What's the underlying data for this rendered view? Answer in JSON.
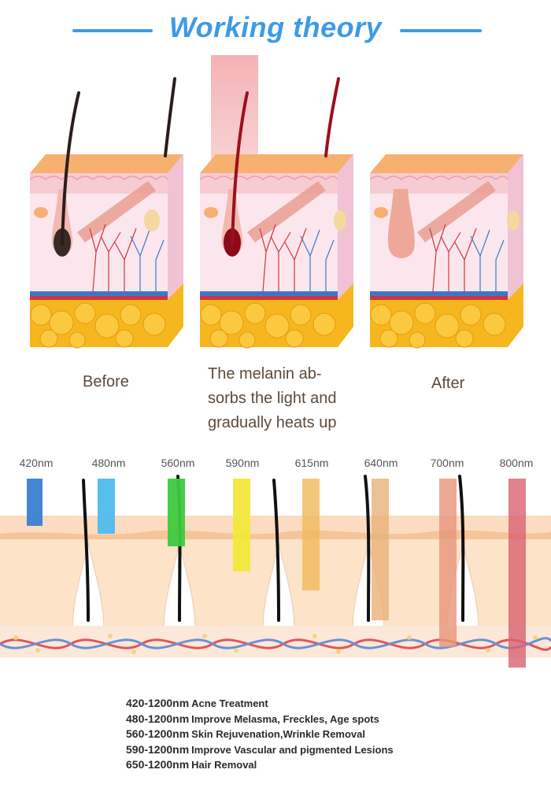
{
  "header": {
    "title": "Working theory"
  },
  "panels": [
    {
      "caption": "Before"
    },
    {
      "caption_lines": [
        "The melanin ab-",
        "sorbs the light and",
        "gradually heats up"
      ]
    },
    {
      "caption": "After"
    }
  ],
  "wavelengths": [
    {
      "label": "420nm",
      "color": "#3b7fd0"
    },
    {
      "label": "480nm",
      "color": "#4fb9ee"
    },
    {
      "label": "560nm",
      "color": "#3fc93f"
    },
    {
      "label": "590nm",
      "color": "#f2e73b"
    },
    {
      "label": "615nm",
      "color": "#f0b95a"
    },
    {
      "label": "640nm",
      "color": "#e9b278"
    },
    {
      "label": "700nm",
      "color": "#e7957a"
    },
    {
      "label": "800nm",
      "color": "#d9626f"
    }
  ],
  "legend": [
    {
      "range": "420-1200nm",
      "use": "Acne Treatment"
    },
    {
      "range": "480-1200nm",
      "use": "Improve Melasma, Freckles, Age spots"
    },
    {
      "range": "560-1200nm",
      "use": "Skin Rejuvenation,Wrinkle Removal"
    },
    {
      "range": "590-1200nm",
      "use": "Improve Vascular and pigmented Lesions"
    },
    {
      "range": "650-1200nm",
      "use": "Hair Removal"
    }
  ]
}
